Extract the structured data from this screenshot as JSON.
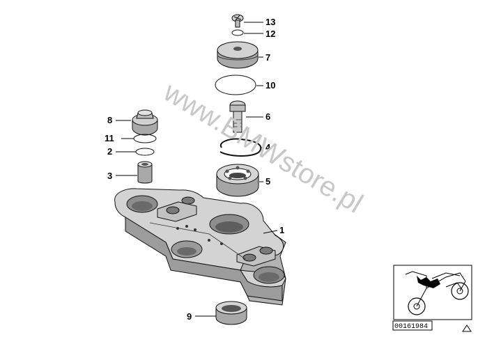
{
  "watermark": "www.BMWstore.pl",
  "drawing_number": "00161984",
  "callouts": [
    "13",
    "12",
    "7",
    "10",
    "6",
    "4",
    "5",
    "1",
    "8",
    "11",
    "2",
    "3",
    "9"
  ]
}
